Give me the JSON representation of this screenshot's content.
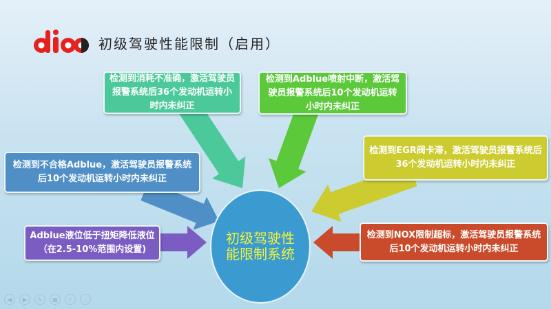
{
  "header": {
    "title": "初级驾驶性能限制（启用）",
    "logo_text": "dioo"
  },
  "hub": {
    "label": "初级驾驶性能限制系统"
  },
  "boxes": [
    {
      "text": "检测到消耗不准确，激活驾驶员报警系统后36个发动机运转小时内未纠正",
      "color": "#4cc99a"
    },
    {
      "text": "检测到Adblue喷射中断，激活驾驶员报警系统后10个发动机运转小时内未纠正",
      "color": "#5bc93a"
    },
    {
      "text": "检测到不合格Adblue，激活驾驶员报警系统后10个发动机运转小时内未纠正",
      "color": "#4f8fc6"
    },
    {
      "text": "检测到EGR阀卡滞，激活驾驶员报警系统后36个发动机运转小时内未纠正",
      "color": "#cccc30"
    },
    {
      "text": "Adblue液位低于扭矩降低液位（在2.5-10%范围内设置)",
      "color": "#7b5cc2"
    },
    {
      "text": "检测到NOX限制超标，激活驾驶员报警系统后10个发动机运转小时内未纠正",
      "color": "#c94b2b"
    }
  ],
  "nav_icons": [
    "previous-icon",
    "next-icon",
    "pen-icon",
    "slides-icon",
    "zoom-icon",
    "more-icon"
  ]
}
